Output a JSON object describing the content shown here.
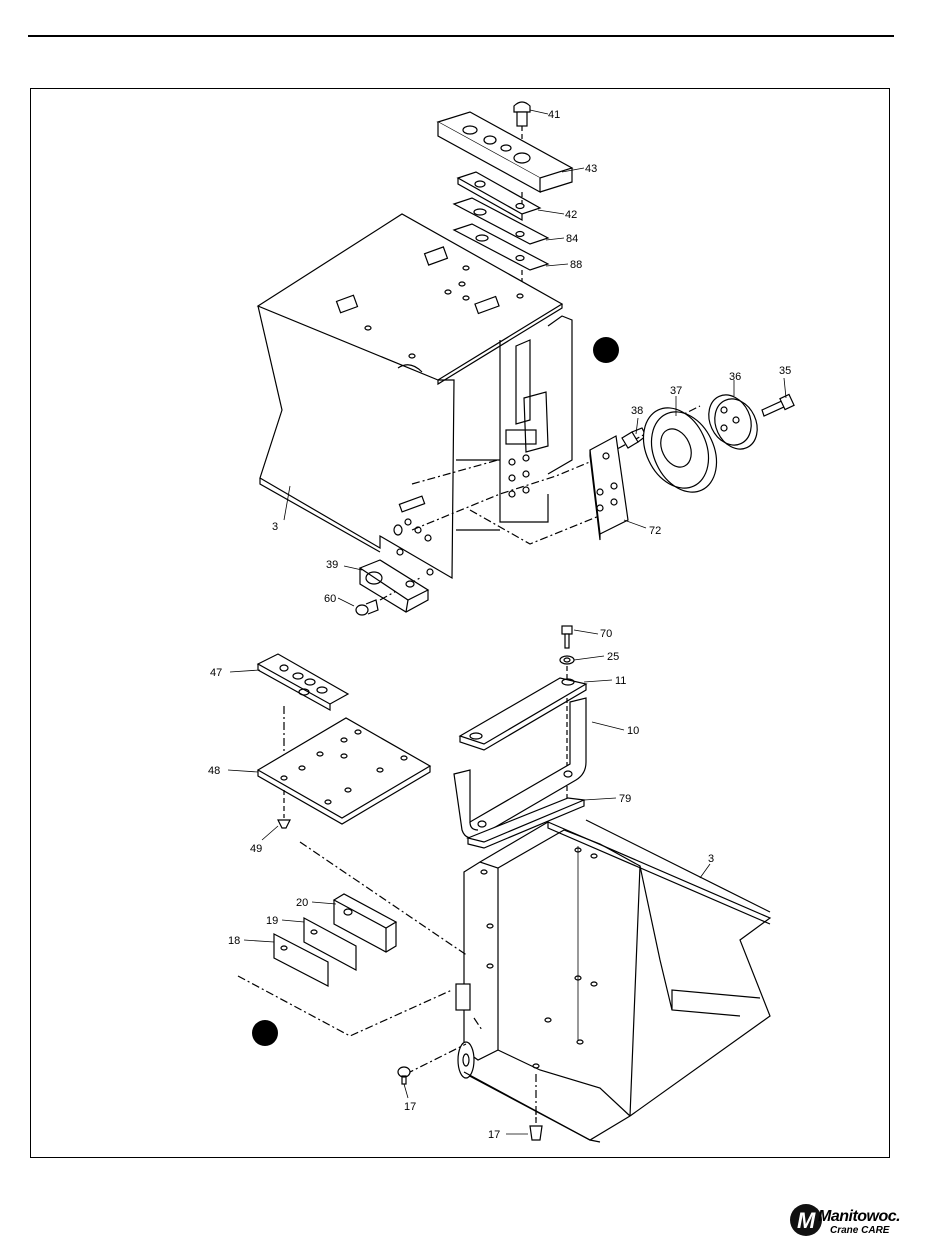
{
  "diagram": {
    "callouts": {
      "c41": "41",
      "c43": "43",
      "c42": "42",
      "c84": "84",
      "c88": "88",
      "c3a": "3",
      "c37": "37",
      "c36": "36",
      "c35": "35",
      "c38": "38",
      "c72": "72",
      "c39": "39",
      "c60": "60",
      "c70": "70",
      "c25": "25",
      "c11": "11",
      "c10": "10",
      "c79": "79",
      "c3b": "3",
      "c47": "47",
      "c48": "48",
      "c49": "49",
      "c20": "20",
      "c19": "19",
      "c18": "18",
      "c17a": "17",
      "c17b": "17"
    }
  },
  "logo": {
    "brand": "Manitowoc.",
    "product": "Crane CARE"
  },
  "colors": {
    "ink": "#000000",
    "paper": "#ffffff"
  }
}
